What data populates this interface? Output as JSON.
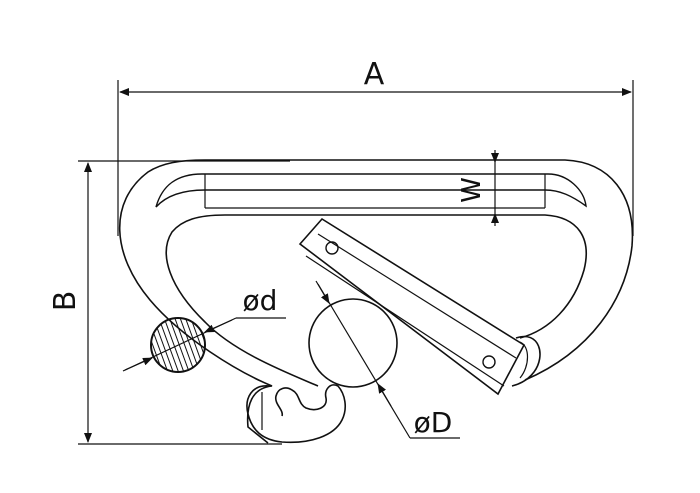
{
  "diagram": {
    "labels": {
      "width_overall": "A",
      "height_overall": "B",
      "wire_width": "W",
      "wire_diameter": "ød",
      "gate_opening": "øD"
    },
    "colors": {
      "stroke": "#111111",
      "background": "#ffffff",
      "hatch": "#111111"
    }
  }
}
